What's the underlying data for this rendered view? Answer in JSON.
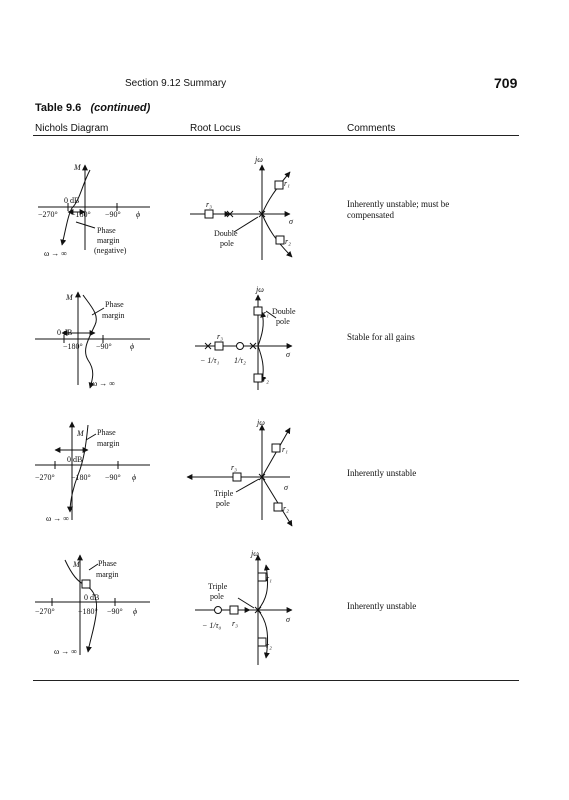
{
  "header": {
    "section": "Section 9.12   Summary",
    "page_number": "709"
  },
  "table": {
    "number": "Table 9.6",
    "continued": "(continued)",
    "columns": [
      "Nichols Diagram",
      "Root Locus",
      "Comments"
    ]
  },
  "rows": [
    {
      "nichols": {
        "M": "M",
        "odb": "0 dB",
        "ticks": [
          "−270°",
          "−180°",
          "−90°",
          "ϕ"
        ],
        "annotation": [
          "Phase",
          "margin",
          "(negative)"
        ],
        "omega": "ω → ∞"
      },
      "root": {
        "jw": "jω",
        "sigma": "σ",
        "labels": [
          "r₁",
          "r₂",
          "r₃"
        ],
        "note": [
          "Double",
          "pole"
        ]
      },
      "comment": [
        "Inherently unstable; must be",
        "compensated"
      ]
    },
    {
      "nichols": {
        "M": "M",
        "odb": "0 dB",
        "ticks": [
          "−180°",
          "−90°",
          "ϕ"
        ],
        "annotation": [
          "Phase",
          "margin"
        ],
        "omega": "ω → ∞"
      },
      "root": {
        "jw": "jω",
        "sigma": "σ",
        "labels": [
          "r₁",
          "r₂",
          "r₃"
        ],
        "note": [
          "Double",
          "pole"
        ],
        "tau_labels": [
          "− 1/τ₁",
          "1/τ₂"
        ]
      },
      "comment": [
        "Stable for all gains"
      ]
    },
    {
      "nichols": {
        "M": "M",
        "odb": "0 dB",
        "ticks": [
          "−270°",
          "−180°",
          "−90°",
          "ϕ"
        ],
        "annotation": [
          "Phase",
          "margin"
        ],
        "omega": "ω → ∞"
      },
      "root": {
        "jw": "jω",
        "sigma": "σ",
        "labels": [
          "r₁",
          "r₂",
          "r₃"
        ],
        "note": [
          "Triple",
          "pole"
        ]
      },
      "comment": [
        "Inherently unstable"
      ]
    },
    {
      "nichols": {
        "M": "M",
        "odb": "0 dB",
        "ticks": [
          "−270°",
          "−180°",
          "−90°",
          "ϕ"
        ],
        "annotation": [
          "Phase",
          "margin"
        ],
        "omega": "ω → ∞"
      },
      "root": {
        "jw": "jω",
        "sigma": "σ",
        "labels": [
          "r₁",
          "r₂",
          "r₃"
        ],
        "note": [
          "Triple",
          "pole"
        ],
        "tau_labels": [
          "− 1/τ₀"
        ]
      },
      "comment": [
        "Inherently unstable"
      ]
    }
  ]
}
